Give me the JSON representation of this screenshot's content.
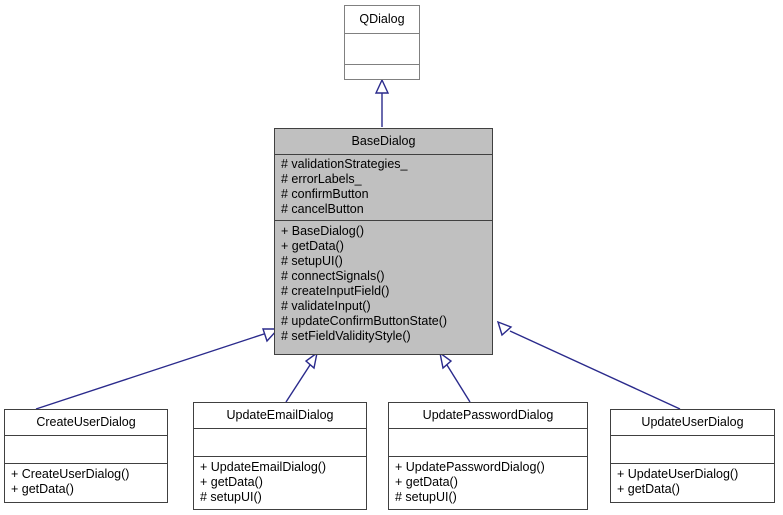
{
  "diagram": {
    "kind": "uml-class-inheritance-diagram",
    "background_color": "#ffffff",
    "edge_color": "#2a2a8c",
    "base_fill_color": "#c0c0c0",
    "derived_fill_color": "#ffffff",
    "border_color": "#404040",
    "root_border_color": "#808080"
  },
  "nodes": {
    "qdialog": {
      "name": "QDialog",
      "attributes": [],
      "operations": []
    },
    "base_dialog": {
      "name": "BaseDialog",
      "attributes": [
        "# validationStrategies_",
        "# errorLabels_",
        "# confirmButton",
        "# cancelButton"
      ],
      "operations": [
        "+ BaseDialog()",
        "+ getData()",
        "# setupUI()",
        "# connectSignals()",
        "# createInputField()",
        "# validateInput()",
        "# updateConfirmButtonState()",
        "# setFieldValidityStyle()"
      ]
    },
    "create_user_dialog": {
      "name": "CreateUserDialog",
      "attributes": [],
      "operations": [
        "+ CreateUserDialog()",
        "+ getData()"
      ]
    },
    "update_email_dialog": {
      "name": "UpdateEmailDialog",
      "attributes": [],
      "operations": [
        "+ UpdateEmailDialog()",
        "+ getData()",
        "# setupUI()"
      ]
    },
    "update_password_dialog": {
      "name": "UpdatePasswordDialog",
      "attributes": [],
      "operations": [
        "+ UpdatePasswordDialog()",
        "+ getData()",
        "# setupUI()"
      ]
    },
    "update_user_dialog": {
      "name": "UpdateUserDialog",
      "attributes": [],
      "operations": [
        "+ UpdateUserDialog()",
        "+ getData()"
      ]
    }
  },
  "edges": [
    {
      "from": "base_dialog",
      "to": "qdialog",
      "type": "inheritance"
    },
    {
      "from": "create_user_dialog",
      "to": "base_dialog",
      "type": "inheritance"
    },
    {
      "from": "update_email_dialog",
      "to": "base_dialog",
      "type": "inheritance"
    },
    {
      "from": "update_password_dialog",
      "to": "base_dialog",
      "type": "inheritance"
    },
    {
      "from": "update_user_dialog",
      "to": "base_dialog",
      "type": "inheritance"
    }
  ]
}
